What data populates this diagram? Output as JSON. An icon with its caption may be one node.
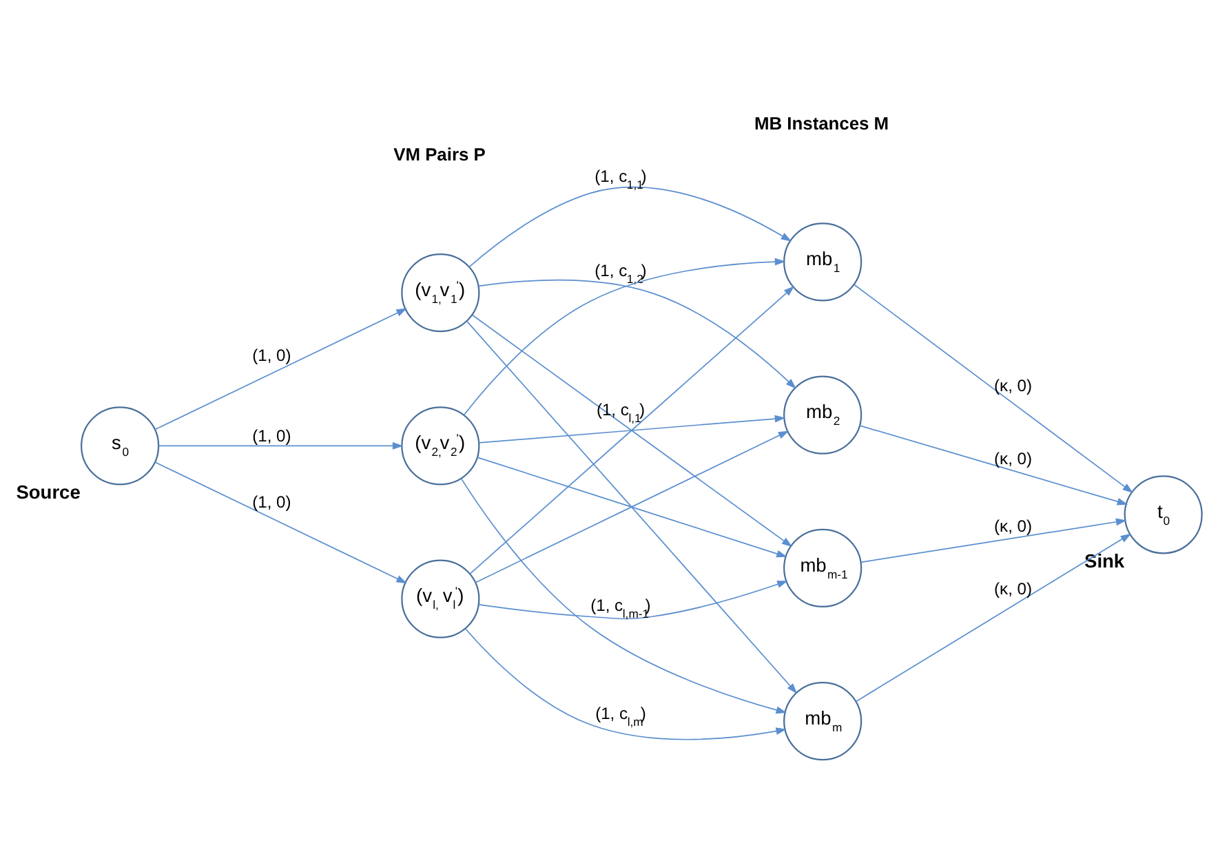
{
  "diagram": {
    "nodes": [
      {
        "text": [
          "s$_{0}$"
        ],
        "beside": [
          "Source"
        ]
      },
      {
        "text": [
          "(v$_{1,}$v$_{1}$$^{'}$)"
        ]
      },
      {
        "text": [
          "(v$_{2,}$v$_{2}$$^{'}$)"
        ]
      },
      {
        "text": [
          "(v$_{l,}$ v$_{l}$$^{'}$)"
        ]
      },
      {
        "text": [
          "mb$_{1}$"
        ]
      },
      {
        "text": [
          "mb$_{2}$"
        ]
      },
      {
        "text": [
          "mb$_{m-1}$"
        ]
      },
      {
        "text": [
          "mb$_{m}$"
        ]
      },
      {
        "text": [
          "t$_{0}$"
        ],
        "beside": [
          "Sink"
        ]
      }
    ],
    "edges": [
      {
        "from": 0,
        "to": 1,
        "arrow": "to",
        "label": "(1, 0)"
      },
      {
        "from": 0,
        "to": 2,
        "arrow": "to",
        "label": "(1, 0)"
      },
      {
        "from": 0,
        "to": 3,
        "arrow": "to",
        "label": "(1, 0)"
      },
      {
        "from": 1,
        "to": 4,
        "arrow": "to",
        "label": "(1, c$_{1,1}$)"
      },
      {
        "from": 1,
        "to": 5,
        "arrow": "to",
        "label": "(1, c$_{1,2}$)"
      },
      {
        "from": 1,
        "to": 6,
        "arrow": "to"
      },
      {
        "from": 1,
        "to": 7,
        "arrow": "to"
      },
      {
        "from": 2,
        "to": 4,
        "arrow": "to"
      },
      {
        "from": 2,
        "to": 5,
        "arrow": "to"
      },
      {
        "from": 2,
        "to": 6,
        "arrow": "to"
      },
      {
        "from": 2,
        "to": 7,
        "arrow": "to"
      },
      {
        "from": 3,
        "to": 4,
        "arrow": "to",
        "label": "(1, c$_{l,1}$)"
      },
      {
        "from": 3,
        "to": 5,
        "arrow": "to"
      },
      {
        "from": 3,
        "to": 6,
        "arrow": "to",
        "label": "(1, c$_{l,m-1}$)"
      },
      {
        "from": 3,
        "to": 7,
        "arrow": "to",
        "label": "(1, c$_{l,m}$)"
      },
      {
        "from": 4,
        "to": 8,
        "arrow": "to",
        "label": "(κ, 0)"
      },
      {
        "from": 5,
        "to": 8,
        "arrow": "to",
        "label": "(κ, 0)"
      },
      {
        "from": 6,
        "to": 8,
        "arrow": "to",
        "label": "(κ, 0)"
      },
      {
        "from": 7,
        "to": 8,
        "arrow": "to",
        "label": "(κ, 0)"
      }
    ],
    "labels": [
      "VM Pairs P",
      "MB Instances M"
    ]
  }
}
